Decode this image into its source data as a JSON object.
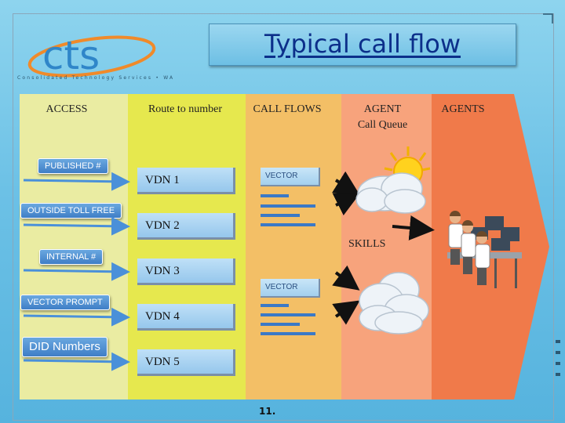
{
  "title": "Typical call flow",
  "logo": {
    "text": "cts",
    "tagline": "Consolidated Technology Services • WA"
  },
  "columns": {
    "access": "ACCESS",
    "route": "Route to number",
    "flows": "CALL FLOWS",
    "agent_line1": "AGENT",
    "agent_line2": "Call Queue",
    "agents": "AGENTS"
  },
  "access_types": [
    "PUBLISHED #",
    "OUTSIDE TOLL FREE",
    "INTERNAL #",
    "VECTOR PROMPT",
    "DID Numbers"
  ],
  "vdns": [
    "VDN 1",
    "VDN 2",
    "VDN 3",
    "VDN 4",
    "VDN 5"
  ],
  "vectors": [
    "VECTOR",
    "VECTOR"
  ],
  "skills_label": "SKILLS",
  "page_number": "11.",
  "colors": {
    "background": "#6cc1e6",
    "title_text": "#0c2f8a",
    "access_column": "#eaeca2",
    "route_column": "#e6e84e",
    "flows_column": "#f3bf66",
    "agent_column": "#f7a37c",
    "agents_arrow": "#f07a4a",
    "chip_blue": "#3f7ec6"
  },
  "icons": [
    "logo",
    "sun-cloud-icon",
    "cloud-icon",
    "agents-at-computers-icon",
    "arrow-icon"
  ]
}
